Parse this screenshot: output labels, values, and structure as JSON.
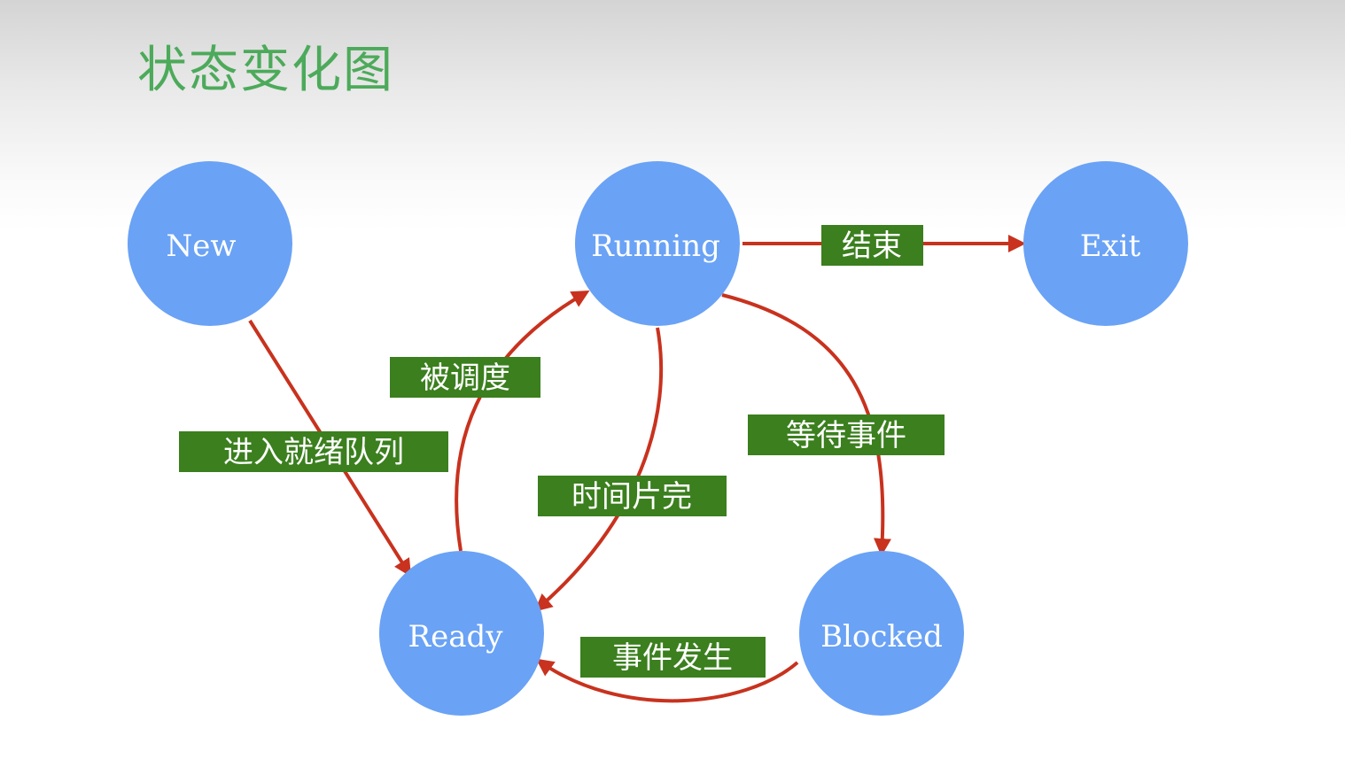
{
  "title": "状态变化图",
  "colors": {
    "node_fill": "#6aa2f5",
    "arrow": "#c8321e",
    "label_fill": "#3b7f1e",
    "title": "#4caa5a"
  },
  "states": {
    "new": "New",
    "running": "Running",
    "exit": "Exit",
    "ready": "Ready",
    "blocked": "Blocked"
  },
  "transitions": {
    "new_to_ready": "进入就绪队列",
    "ready_to_running": "被调度",
    "running_to_ready": "时间片完",
    "running_to_exit": "结束",
    "running_to_blocked": "等待事件",
    "blocked_to_ready": "事件发生"
  }
}
